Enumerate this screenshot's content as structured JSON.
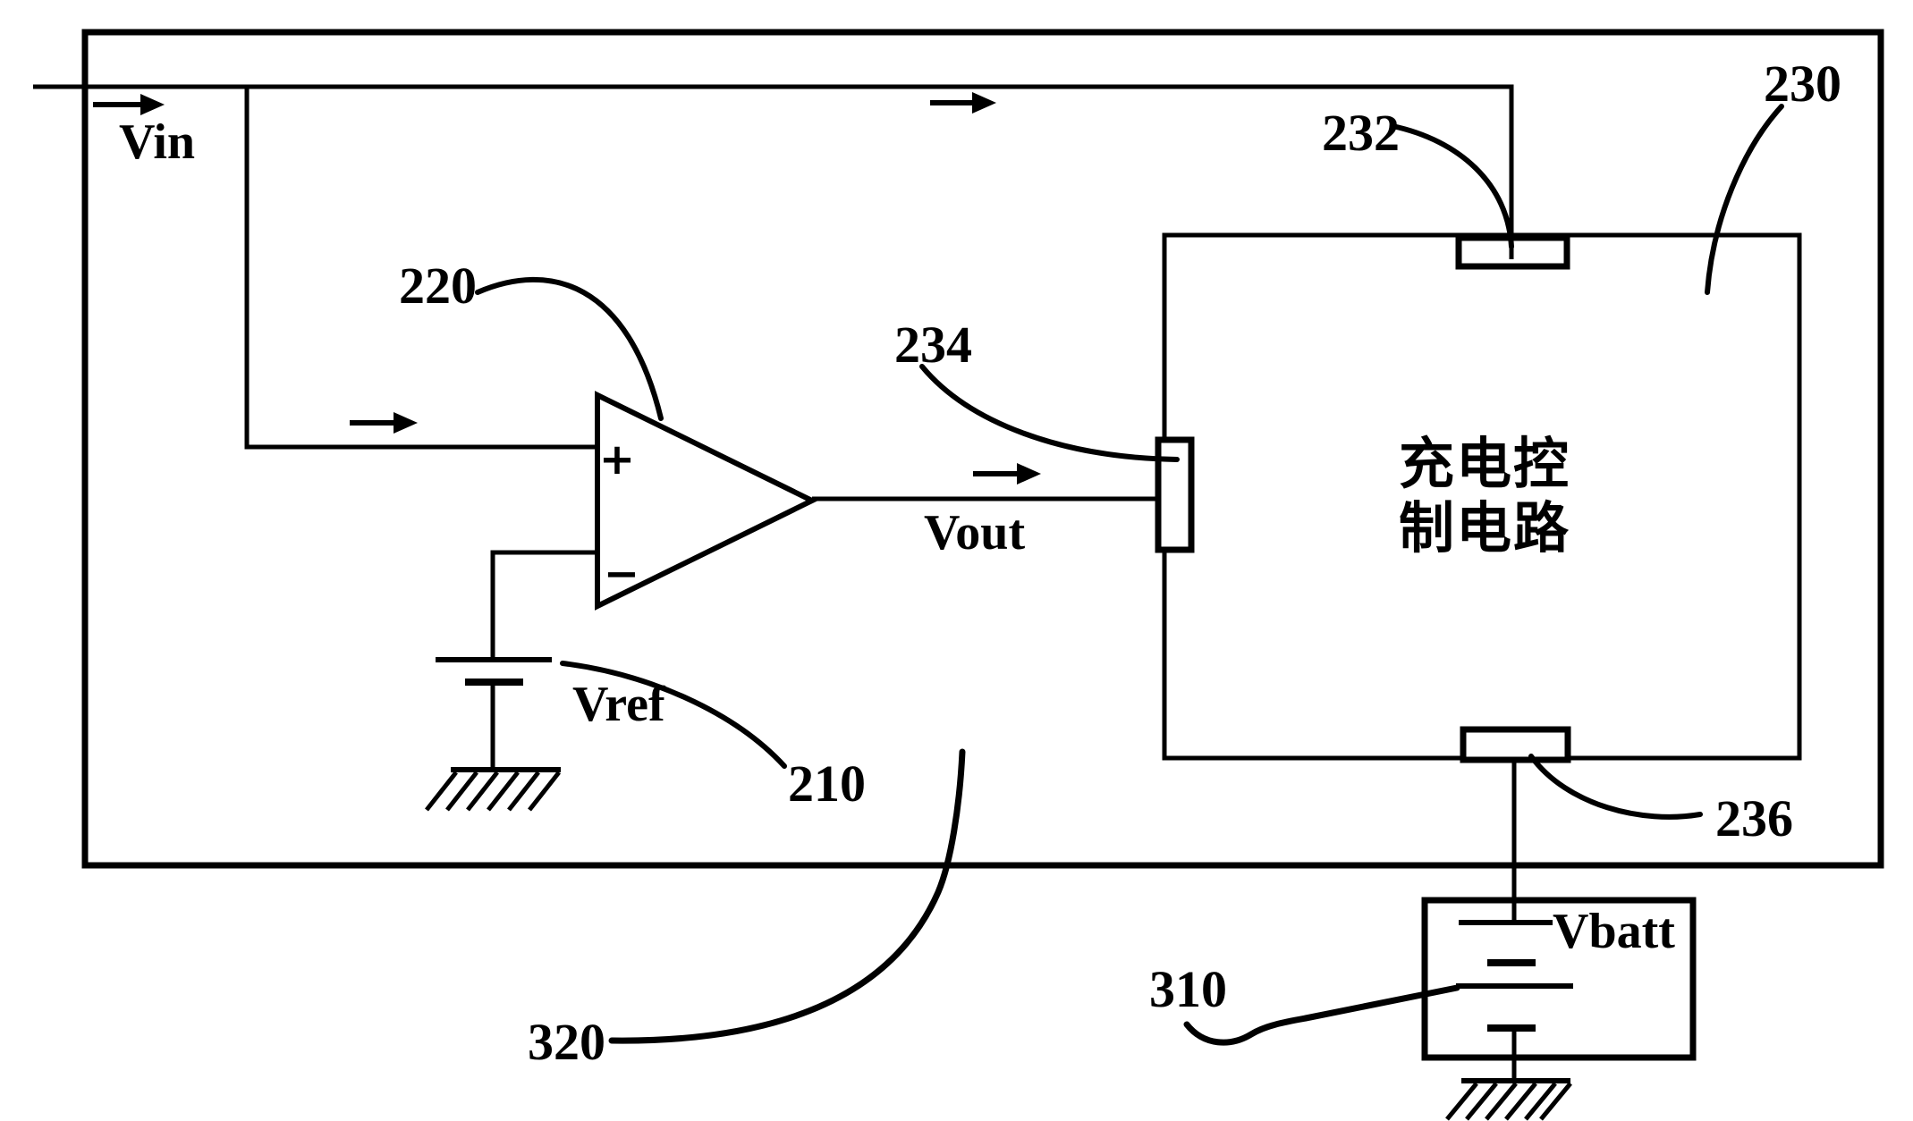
{
  "figure": {
    "kind": "patent-circuit-diagram",
    "background_color": "#ffffff",
    "ink_color": "#000000"
  },
  "signals": {
    "vin": "Vin",
    "vref": "Vref",
    "vout": "Vout",
    "vbatt": "Vbatt"
  },
  "opamp": {
    "noninverting_label": "+",
    "inverting_label": "−"
  },
  "charge_control_box": {
    "line1": "充电控",
    "line2": "制电路"
  },
  "reference_numerals": {
    "vref_source": "210",
    "comparator": "220",
    "charge_control": "230",
    "terminal_top": "232",
    "terminal_left": "234",
    "terminal_bottom": "236",
    "battery": "310",
    "outer_circuit": "320"
  }
}
